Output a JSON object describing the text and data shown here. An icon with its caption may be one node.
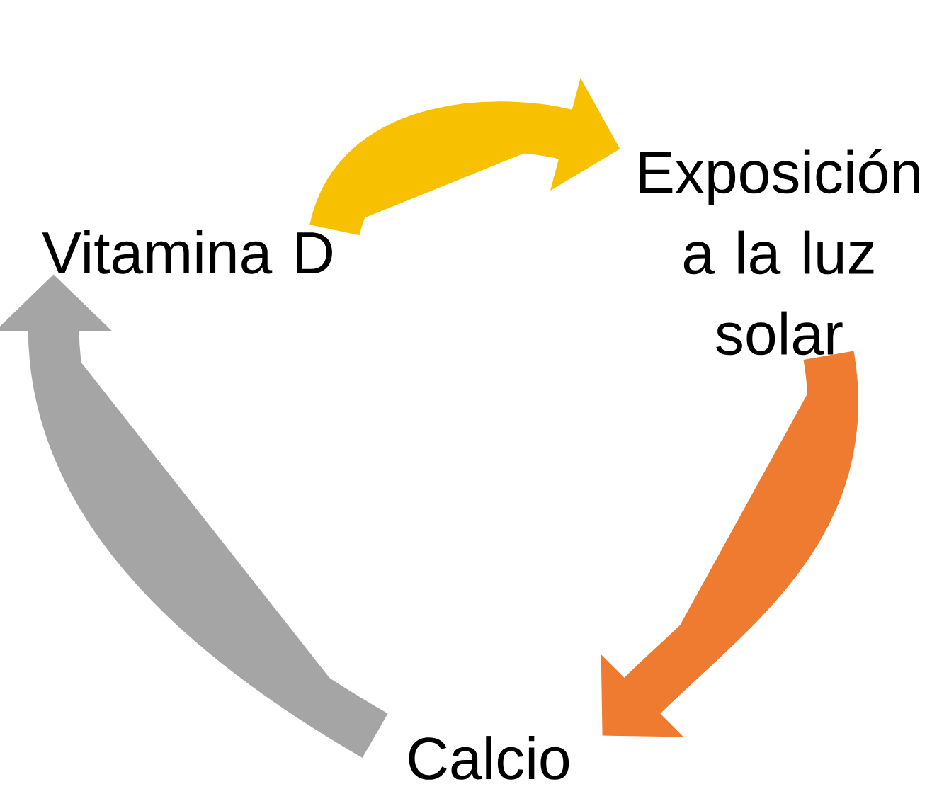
{
  "diagram": {
    "nodes": [
      {
        "text": [
          "Vitamina D"
        ]
      },
      {
        "text": [
          "Exposición a la luz solar"
        ]
      },
      {
        "text": [
          "Calcio"
        ]
      }
    ],
    "edges": [
      {
        "from": 0,
        "to": 1,
        "arrow": "to",
        "color": "#f7c000"
      },
      {
        "from": 1,
        "to": 2,
        "arrow": "to",
        "color": "#ee7b30"
      },
      {
        "from": 2,
        "to": 0,
        "arrow": "to",
        "color": "#a5a5a5"
      }
    ]
  }
}
